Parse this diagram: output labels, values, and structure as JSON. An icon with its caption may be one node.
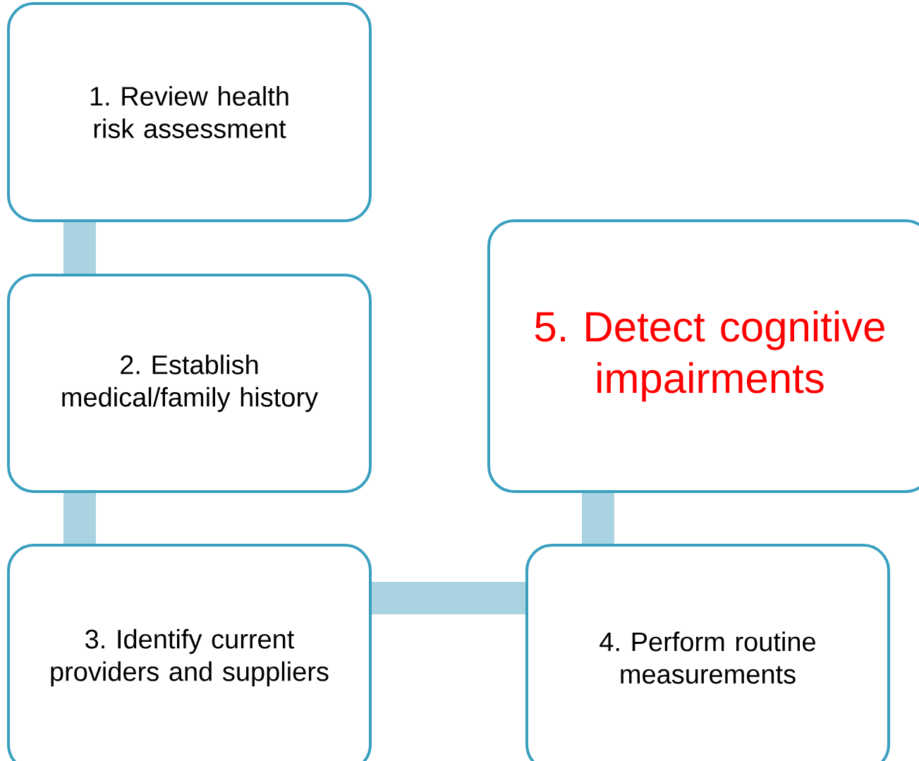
{
  "diagram": {
    "nodes": [
      {
        "text": [
          "1. Review health risk assessment"
        ]
      },
      {
        "text": [
          "2. Establish medical/family history"
        ]
      },
      {
        "text": [
          "3. Identify current providers and suppliers"
        ]
      },
      {
        "text": [
          "4. Perform routine measurements"
        ]
      },
      {
        "text": [
          "5. Detect cognitive impairments"
        ]
      }
    ],
    "edges": [
      {
        "from": 0,
        "to": 1,
        "arrow": "none"
      },
      {
        "from": 1,
        "to": 2,
        "arrow": "none"
      },
      {
        "from": 2,
        "to": 3,
        "arrow": "none"
      },
      {
        "from": 3,
        "to": 4,
        "arrow": "none"
      }
    ]
  }
}
